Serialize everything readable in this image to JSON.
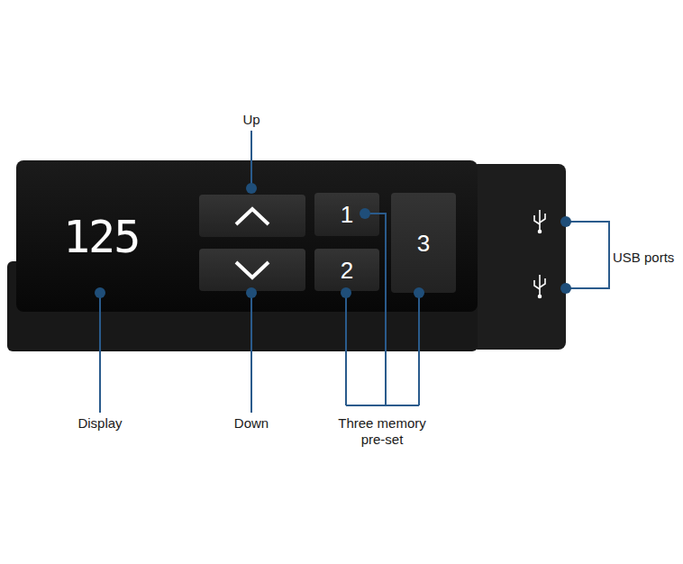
{
  "diagram": {
    "nodes": [
      {
        "text": [
          "125"
        ]
      },
      {
        "text": [
          "1"
        ],
        "in": 0
      },
      {
        "text": [
          "2"
        ],
        "in": 0
      },
      {
        "text": [
          "3"
        ],
        "in": 0
      }
    ],
    "labels": [
      "Up",
      "Down",
      "Display",
      "Three memory pre-set",
      "USB ports"
    ]
  }
}
